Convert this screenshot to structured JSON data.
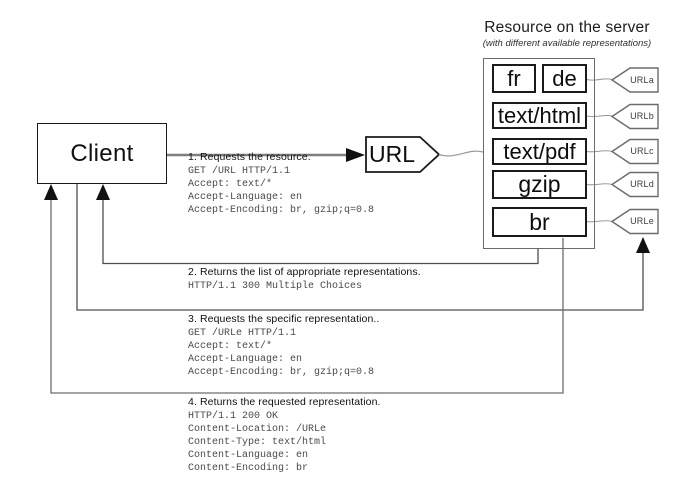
{
  "diagram": {
    "client_label": "Client",
    "url_node_label": "URL",
    "server": {
      "title": "Resource on the server",
      "subtitle": "(with different available representations)",
      "representations": [
        "fr",
        "de",
        "text/html",
        "text/pdf",
        "gzip",
        "br"
      ],
      "urls": [
        "URLa",
        "URLb",
        "URLc",
        "URLd",
        "URLe"
      ]
    },
    "messages": [
      {
        "label": "1. Requests the resource.",
        "lines": [
          "GET /URL HTTP/1.1",
          "Accept: text/*",
          "Accept-Language: en",
          "Accept-Encoding: br, gzip;q=0.8"
        ]
      },
      {
        "label": "2. Returns the list of  appropriate representations.",
        "lines": [
          "HTTP/1.1 300 Multiple Choices"
        ]
      },
      {
        "label": "3. Requests the specific representation..",
        "lines": [
          "GET /URLe HTTP/1.1",
          "Accept: text/*",
          "Accept-Language: en",
          "Accept-Encoding: br, gzip;q=0.8"
        ]
      },
      {
        "label": "4. Returns the requested representation.",
        "lines": [
          "HTTP/1.1 200 OK",
          "Content-Location: /URLe",
          "Content-Type: text/html",
          "Content-Language: en",
          "Content-Encoding: br"
        ]
      }
    ],
    "colors": {
      "background": "#ffffff",
      "box_border_dark": "#1a1a1a",
      "box_border_gray": "#6b6b6b",
      "flow_line": "#555555",
      "request_line": "#7f7f7f",
      "connector_light": "#999999",
      "arrowhead": "#111111",
      "mono_text": "#4a4a4a",
      "label_text": "#101010"
    }
  }
}
